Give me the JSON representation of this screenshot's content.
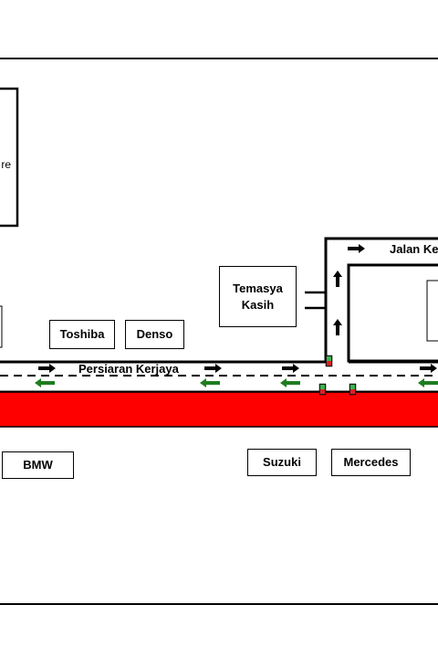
{
  "roads": {
    "main": "Persiaran Kerjaya",
    "side": "Jalan Ker"
  },
  "buildings": {
    "left_block_fragment": "re",
    "toshiba": "Toshiba",
    "denso": "Denso",
    "temasya": "Temasya\nKasih",
    "bmw": "BMW",
    "suzuki": "Suzuki",
    "mercedes": "Mercedes"
  },
  "colors": {
    "highway": "#ff0000",
    "arrow_eastbound": "#000000",
    "arrow_westbound": "#1e7d1e",
    "signal_green": "#3cb44b",
    "signal_red": "#e31e24"
  },
  "icons": {
    "eastbound": "arrow-right-icon",
    "westbound": "arrow-left-icon",
    "northbound": "arrow-up-icon",
    "signal": "traffic-light-icon"
  }
}
